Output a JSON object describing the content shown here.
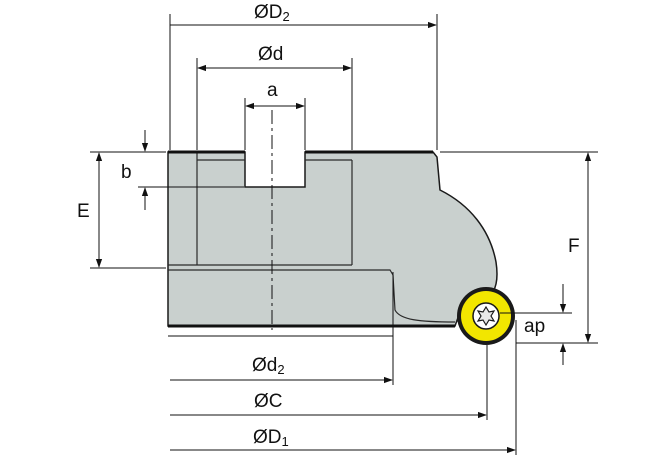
{
  "labels": {
    "D2_main": "ØD",
    "D2_sub": "2",
    "d": "Ød",
    "a": "a",
    "b": "b",
    "E": "E",
    "F": "F",
    "ap": "ap",
    "d2_main": "Ød",
    "d2_sub": "2",
    "C": "ØC",
    "D1_main": "ØD",
    "D1_sub": "1"
  },
  "colors": {
    "body_fill": "#c9d0ce",
    "insert_fill": "#f2e600",
    "insert_ring": "#1a1a1a",
    "screw_fill": "#e8e8e8"
  },
  "icons": {
    "insert": "round-insert-icon",
    "screw": "torx-screw-icon"
  }
}
